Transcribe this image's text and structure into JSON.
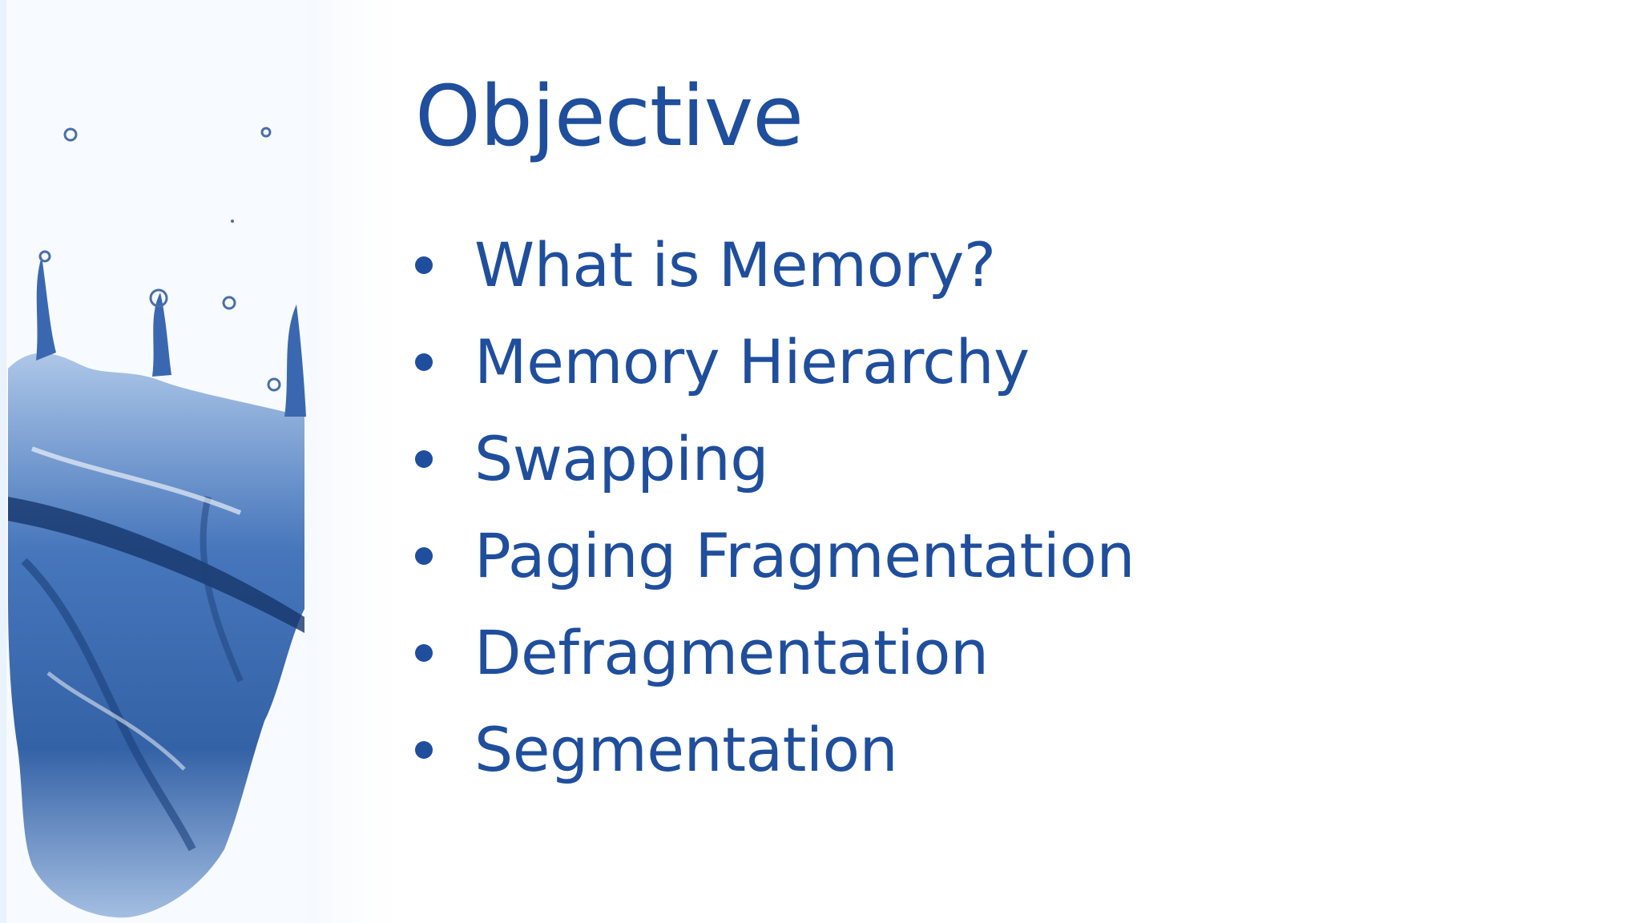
{
  "slide": {
    "title": "Objective",
    "bullets": [
      "What is Memory?",
      "Memory Hierarchy",
      "Swapping",
      "Paging Fragmentation",
      "Defragmentation",
      "Segmentation"
    ]
  },
  "colors": {
    "text": "#1f4e9c",
    "background": "#ffffff",
    "water": "#2d5fa8"
  },
  "decoration": {
    "image": "water-splash-image"
  }
}
